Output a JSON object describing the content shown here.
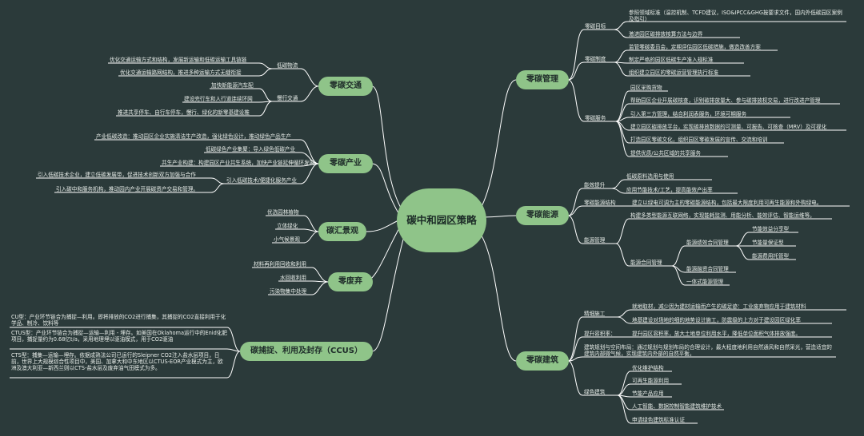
{
  "central": "碳中和园区策略",
  "colors": {
    "background": "#2b3a3a",
    "node": "#8fc489",
    "line": "#ffffff"
  },
  "branches": {
    "mgmt": {
      "title": "零碳管理",
      "goal": {
        "label": "零碳目标",
        "items": [
          "参照领域标准（温控机制、TCFD建议，ISO&IPCC&GHG按要求文件，国内外低碳园区案例及指引）",
          "激进园区碳排放核算方法与边界"
        ]
      },
      "system": {
        "label": "零碳制度",
        "items": [
          "监管零碳委员会，定期评估园区低碳措施，做造改善方案",
          "制定严格的园区低碳生产准入规标准",
          "组织建立园区的零碳运营管理执行标准"
        ]
      },
      "service": {
        "label": "零碳服务",
        "items": [
          "园区采购货物",
          "帮助园区企业开展碳核查，识别碳排放量大、参与碳排放权交易，进行改进产管理",
          "引入第三方管理，结合利润表服务，环境可期服务",
          "建立园区碳排放平台，实现碳排放数据的可测量、可报告、可核查（MRV）及可视化",
          "打造园区零碳文化，组织园区零碳发展的宣传、交流和培训",
          "提供优质/公共区域的共享服务"
        ]
      }
    },
    "energy": {
      "title": "零碳能源",
      "up": {
        "label": "能效提升",
        "items": [
          "低碳原料选用与使用",
          "应用节能技术/工艺，提高能效产出率"
        ]
      },
      "struct": {
        "label": "零碳能源结构",
        "text": "建立以绿电可调为主的零碳能源结构，包括最大限度利用可再生能源和外购绿电。"
      },
      "manage": {
        "label": "能源管理",
        "top": "构建多类型能源互联网络，实现能耗监测、用能分析、能效评估、智能运维等。",
        "contract": "能源合同管理",
        "eff": "能源绩效合同管理",
        "effItems": [
          "节能效益分享型",
          "节能量保证型",
          "能源费用托管型"
        ],
        "mgmt2": "能源融资合同管理",
        "storage": "一体式能源管理"
      }
    },
    "build": {
      "title": "零碳建筑",
      "construct": {
        "label": "精细施工",
        "items": [
          "就地取材，减少因为建材运输而产生的碳足迹：工业废弃物应用于建筑材料",
          "地基建设对场地的细的地势设计施工，防震级的上方对于建设园区绿化率"
        ]
      },
      "reuse": {
        "label": "提升容积率：",
        "text": "提升园区容积率，放大土地单位利用水平，降低单位面积气体排放强度。"
      },
      "orient": {
        "label": "建筑规划与空间布局：",
        "text": "通过规划与规划布局的合理设计，最大程度地利用自然通风和自然采光，营造适宜的建筑内部微气候，实现建筑内外部的自然平衡。"
      },
      "green": {
        "label": "绿色建筑",
        "items": [
          "优化维护结构",
          "可再生能源利用",
          "节能产品应用",
          "人工智能、数据控制智能建筑维护技术",
          "申请绿色建筑标准认证"
        ]
      }
    },
    "traffic": {
      "title": "零碳交通",
      "lowcarbon": {
        "label": "低碳物流",
        "items": [
          "优化交通运输方式和结构，发展新运输和低碳运输工具链链",
          "优化交通运输路网结构，推进多种运输方式无缝衔接"
        ]
      },
      "trip": {
        "label": "慢行交通",
        "items": [
          "加快新能源汽车配",
          "建设完行车和人行道连续环网",
          "推进共享停车、自行车停车，慢行、绿化的新零基建设推"
        ]
      }
    },
    "industry": {
      "title": "零碳产业",
      "items": [
        "产业低碳改造：推动园区企业实施清洁生产改造，强化绿色设计，推动绿色产品生产",
        "低碳绿色产业集聚：导入绿色低碳产业",
        "共生产业构建：构建园区产业共生系统，加快产业链延伸循环发展",
        "引入低碳技术/便捷化服务产业"
      ],
      "subs": [
        "引入低碳技术企业，建立低碳发展带，促进技术创新双方加强与合作",
        "引入碳中和服务机构，推动园内产业开展碳资产交易和管理。"
      ]
    },
    "sink": {
      "title": "碳汇景观",
      "items": [
        "优选园林植物",
        "立体绿化",
        "小气候景观"
      ]
    },
    "waste": {
      "title": "零废弃",
      "items": [
        "材料再利用回收和利用",
        "水回收利用",
        "污染物集中处理"
      ]
    },
    "ccus": {
      "title": "碳捕捉、利用及封存（CCUS）",
      "items": [
        "CU型：产业环节链合为捕捉—利用。即将排放的CO2进行捕集，其捕捉的CO2直接利用于化学品、制冷、饮料等",
        "CTUS型：产业环节链合为捕捉—运输—利用 - 埋存。如美国在Oklahoma运行中的Enid化肥项目，捕捉量约为0.68亿t/a，采用地理埋以驱油模式，用于CO2驱油",
        "CTS型：捕集—运输—埋存。依据成熟法公司已运行的Sleipner CO2注入盐水层项目，日前，世界上大规模综合性项目中，美国、加拿大和中东地区以CTUS-EOR产业模式为主，欧洲及澳大利亚—新西兰则以CTS-盐水层及废弃油气田模式为多。"
      ]
    }
  }
}
